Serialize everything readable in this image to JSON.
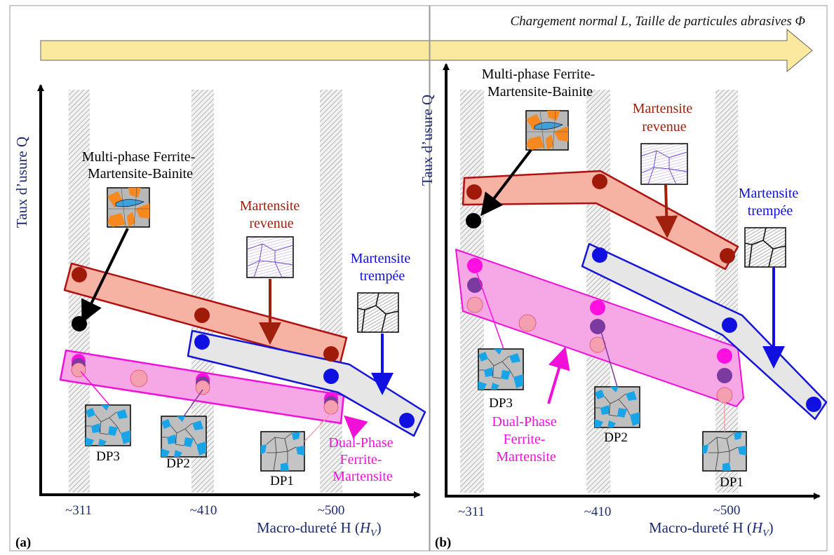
{
  "top_arrow": {
    "label": "Chargement normal L, Taille de particules abrasives Φ"
  },
  "colors": {
    "tempered_fill": "#f6b2a2",
    "tempered_stroke": "#b01010",
    "tempered_dot": "#a01a0a",
    "quenched_fill": "#e6e6e6",
    "quenched_stroke": "#1515d8",
    "quenched_dot": "#1010e0",
    "dual_fill": "#f6a8e6",
    "dual_stroke": "#f010d8",
    "dp3_dot": "#ff10e0",
    "dp2_dot": "#7a3aa0",
    "dp1_dot": "#f4a0b0",
    "multiphase_dot": "#000000",
    "axis_color": "#1c2a6e",
    "arrow_fill": "#fce9a0"
  },
  "panels": [
    {
      "tag": "(a)",
      "y_axis_label": "Taux d’usure Q",
      "x_axis_label": "Macro-dureté H (",
      "x_axis_unit": "H",
      "x_axis_unit_sub": "V",
      "x_axis_close": ")",
      "x_ticks": [
        "~311",
        "~410",
        "~500"
      ],
      "multiphase_label": [
        "Multi-phase Ferrite-",
        "Martensite-Bainite"
      ],
      "tempered_label": [
        "Martensite",
        "revenue"
      ],
      "quenched_label": [
        "Martensite",
        "trempée"
      ],
      "dual_label": [
        "Dual-Phase",
        "Ferrite-",
        "Martensite"
      ],
      "dp_labels": [
        "DP3",
        "DP2",
        "DP1"
      ]
    },
    {
      "tag": "(b)",
      "y_axis_label": "Taux d’usure Q",
      "x_axis_label": "Macro-dureté H (",
      "x_axis_unit": "H",
      "x_axis_unit_sub": "V",
      "x_axis_close": ")",
      "x_ticks": [
        "~311",
        "~410",
        "~500"
      ],
      "multiphase_label": [
        "Multi-phase Ferrite-",
        "Martensite-Bainite"
      ],
      "tempered_label": [
        "Martensite",
        "revenue"
      ],
      "quenched_label": [
        "Martensite",
        "trempée"
      ],
      "dual_label": [
        "Dual-Phase",
        "Ferrite-",
        "Martensite"
      ],
      "dp_labels": [
        "DP3",
        "DP2",
        "DP1"
      ]
    }
  ]
}
